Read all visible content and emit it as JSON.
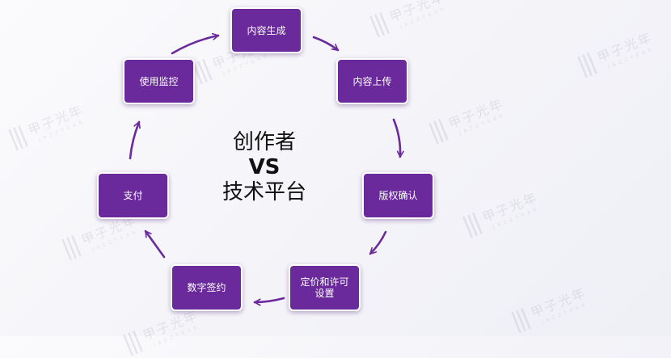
{
  "center": {
    "line1": "创作者",
    "line2": "VS",
    "line3": "技术平台"
  },
  "nodes": {
    "content_creation": "内容生成",
    "content_upload": "内容上传",
    "copyright_confirm": "版权确认",
    "pricing_license": "定价和许可设置",
    "digital_signing": "数字签约",
    "payment": "支付",
    "usage_monitoring": "使用监控"
  },
  "watermark": {
    "text": "甲子光年",
    "sub": "JAZZYEAR"
  },
  "colors": {
    "node_fill": "#6a2a9c",
    "arrow": "#6a2a9c",
    "text_dark": "#111111"
  }
}
